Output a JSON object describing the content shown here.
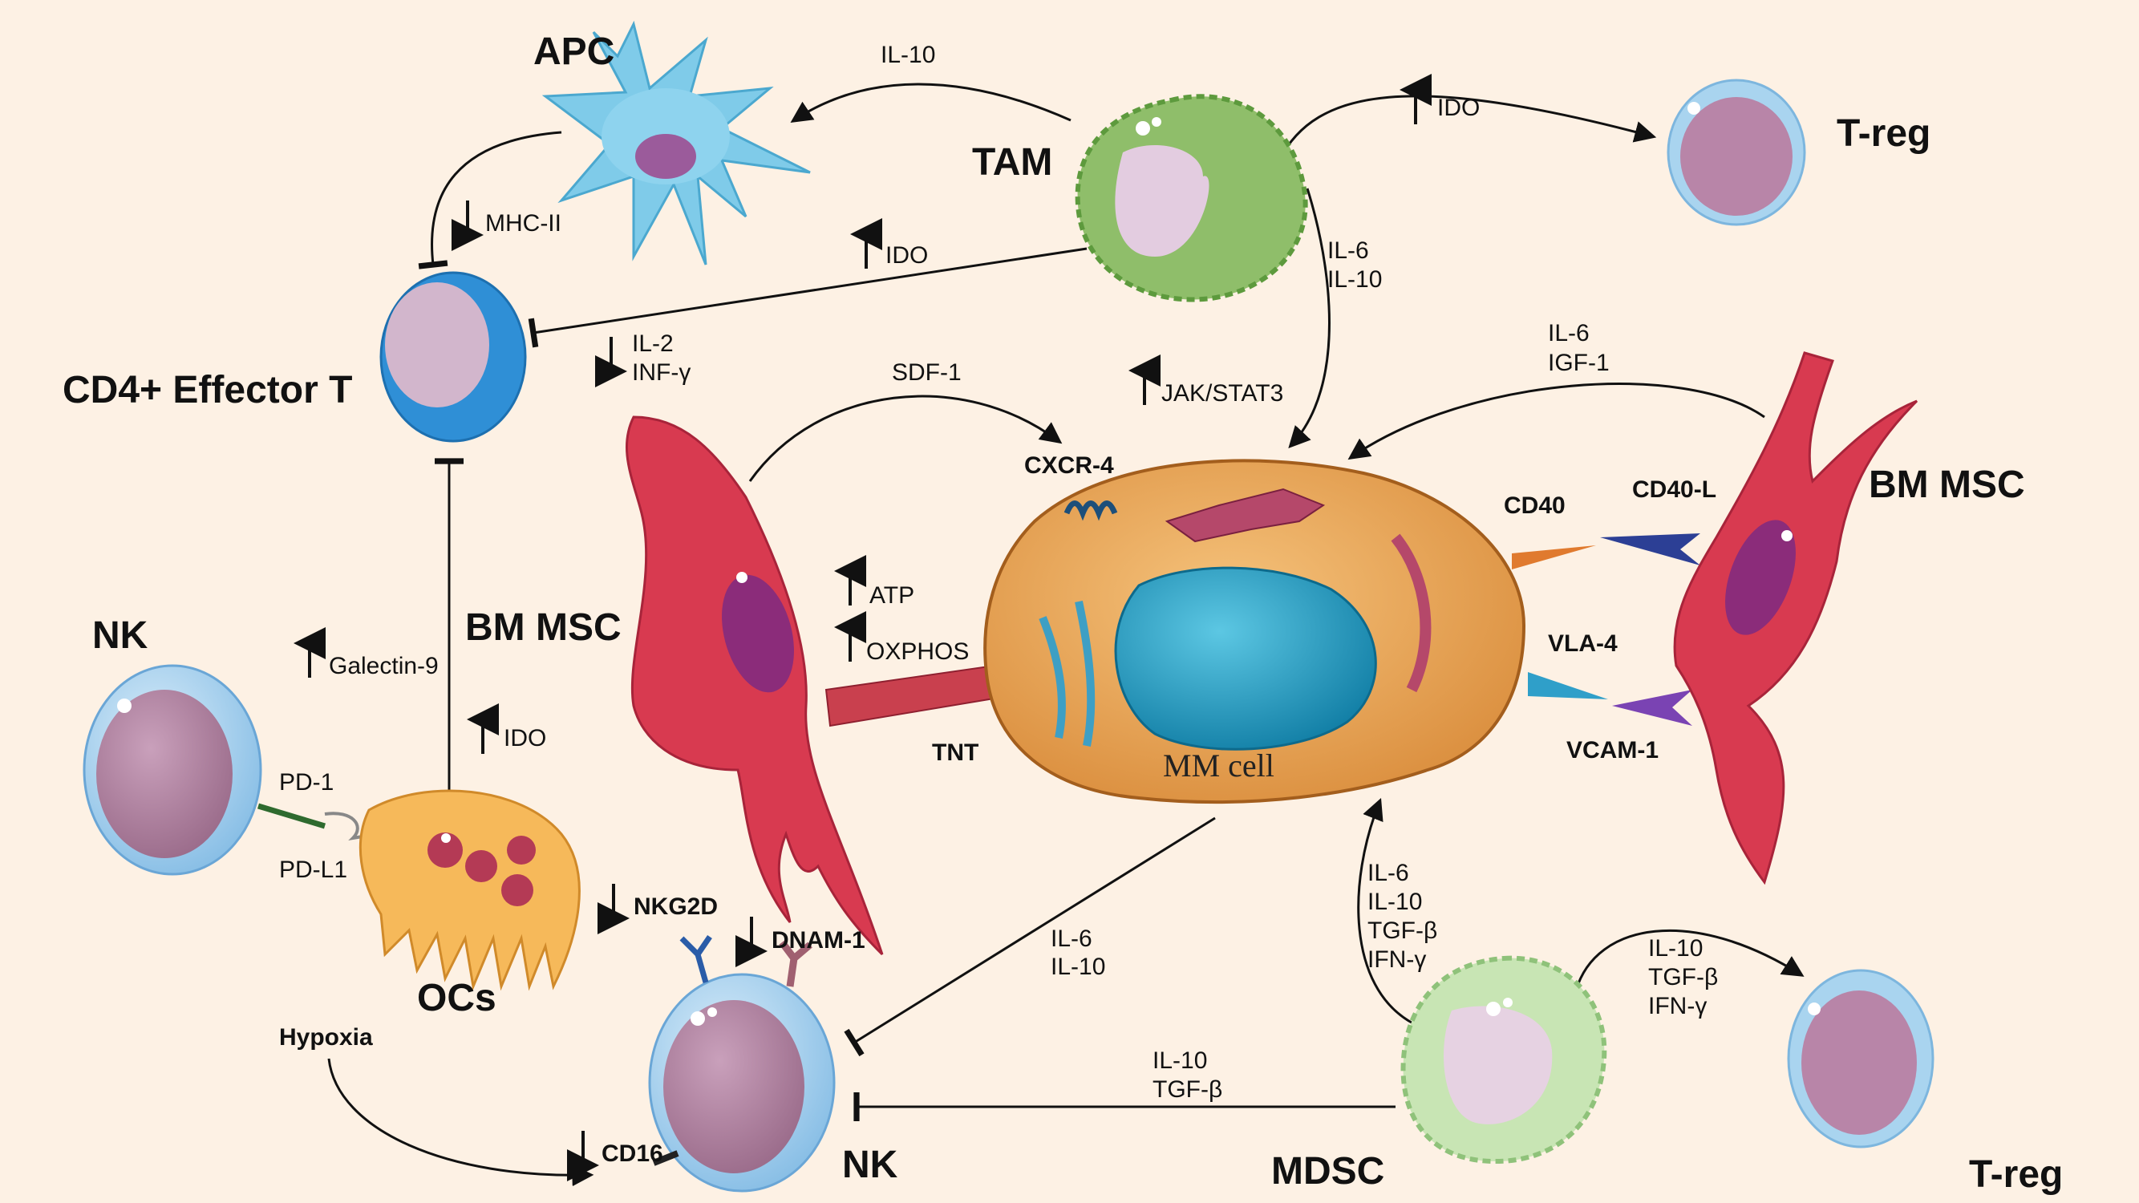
{
  "cells": {
    "apc": "APC",
    "tam": "TAM",
    "treg_top": "T-reg",
    "cd4": "CD4+ Effector T",
    "bm_msc_center": "BM MSC",
    "bm_msc_right": "BM MSC",
    "nk_left": "NK",
    "ocs": "OCs",
    "nk_bottom": "NK",
    "mdsc": "MDSC",
    "treg_bottom": "T-reg",
    "mm_cell": "MM cell"
  },
  "signals": {
    "il10_top": "IL-10",
    "ido_treg": "IDO",
    "mhc2": "MHC-II",
    "ido_cd4": "IDO",
    "il6_tam": "IL-6",
    "il10_tam": "IL-10",
    "il2": "IL-2",
    "infg": "INF-γ",
    "sdf1": "SDF-1",
    "jakstat": "JAK/STAT3",
    "il6_msc": "IL-6",
    "igf1": "IGF-1",
    "cxcr4": "CXCR-4",
    "cd40": "CD40",
    "cd40l": "CD40-L",
    "vla4": "VLA-4",
    "vcam1": "VCAM-1",
    "atp": "ATP",
    "oxphos": "OXPHOS",
    "tnt": "TNT",
    "galectin9": "Galectin-9",
    "ido_oc": "IDO",
    "pd1": "PD-1",
    "pdl1": "PD-L1",
    "nkg2d": "NKG2D",
    "dnam1": "DNAM-1",
    "il6_mm_nk": "IL-6",
    "il10_mm_nk": "IL-10",
    "il6_mdsc": "IL-6",
    "il10_mdsc": "IL-10",
    "tgfb_mdsc": "TGF-β",
    "ifng_mdsc": "IFN-γ",
    "il10_treg": "IL-10",
    "tgfb_treg": "TGF-β",
    "ifng_treg": "IFN-γ",
    "il10_nk": "IL-10",
    "tgfb_nk": "TGF-β",
    "hypoxia": "Hypoxia",
    "cd16": "CD16"
  },
  "colors": {
    "background": "#fdf1e4",
    "mm_cell": "#e8a256",
    "mm_nucleus": "#1e93b8",
    "msc": "#d83a50",
    "tam": "#8fbe6a",
    "apc": "#80cbe8",
    "treg": "#a8d3ee",
    "cd4": "#2f8fd6",
    "oc": "#f6b95a",
    "nk": "#9cc8ea",
    "mdsc": "#c8e5b4"
  }
}
